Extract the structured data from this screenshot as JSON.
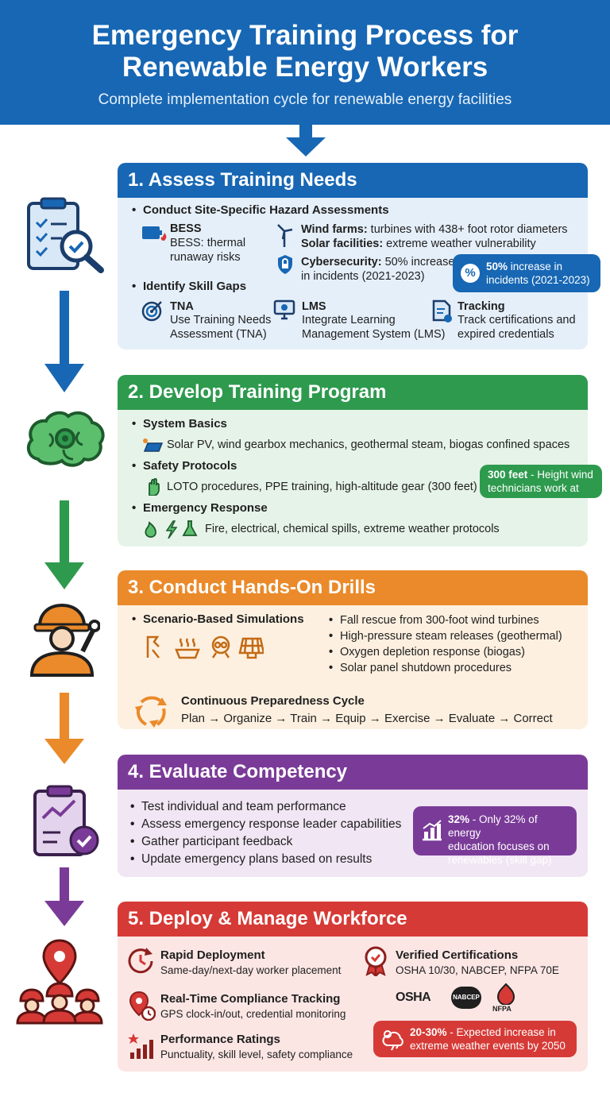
{
  "header": {
    "title_line1": "Emergency Training Process for",
    "title_line2": "Renewable Energy Workers",
    "subtitle": "Complete implementation cycle for renewable energy facilities"
  },
  "colors": {
    "blue": "#1767b4",
    "green": "#2e9a4e",
    "orange": "#ea8a2a",
    "purple": "#7a3b98",
    "red": "#d63a36"
  },
  "step1": {
    "title": "1. Assess Training Needs",
    "hazard_heading": "Conduct Site-Specific Hazard Assessments",
    "bess_label": "BESS",
    "bess_text_l1": "BESS: thermal",
    "bess_text_l2": "runaway risks",
    "wind_label": "Wind farms:",
    "wind_text": " turbines with 438+ foot rotor diameters",
    "solar_label": "Solar facilities:",
    "solar_text": " extreme weather vulnerability",
    "cyber_label": "Cybersecurity:",
    "cyber_text_l1": " 50% increase",
    "cyber_text_l2": "in incidents (2021-2023)",
    "skill_heading": "Identify Skill Gaps",
    "tna_label": "TNA",
    "tna_l1": "Use Training Needs",
    "tna_l2": "Assessment (TNA)",
    "lms_label": "LMS",
    "lms_l1": "Integrate Learning",
    "lms_l2": "Management System (LMS)",
    "track_label": "Tracking",
    "track_l1": "Track certifications and",
    "track_l2": "expired credentials",
    "badge_strong": "50%",
    "badge_l1": " increase in",
    "badge_l2": "incidents (2021-2023)",
    "badge_icon": "%"
  },
  "step2": {
    "title": "2. Develop Training Program",
    "basics_heading": "System Basics",
    "basics_text": "Solar PV, wind gearbox mechanics, geothermal steam, biogas confined spaces",
    "safety_heading": "Safety Protocols",
    "safety_text": "LOTO procedures, PPE training, high-altitude gear (300 feet)",
    "response_heading": "Emergency Response",
    "response_text": "Fire, electrical, chemical spills, extreme weather protocols",
    "badge_strong": "300 feet",
    "badge_l1": " - Height wind",
    "badge_l2": "technicians work at"
  },
  "step3": {
    "title": "3. Conduct Hands-On Drills",
    "sim_heading": "Scenario-Based Simulations",
    "drills": [
      "Fall rescue from 300-foot wind turbines",
      "High-pressure steam releases (geothermal)",
      "Oxygen depletion response (biogas)",
      "Solar panel shutdown procedures"
    ],
    "cycle_heading": "Continuous Preparedness Cycle",
    "cycle_text": "Plan → Organize → Train → Equip → Exercise → Evaluate → Correct"
  },
  "step4": {
    "title": "4. Evaluate Competency",
    "items": [
      "Test individual and team performance",
      "Assess emergency response leader capabilities",
      "Gather participant feedback",
      "Update emergency plans based on results"
    ],
    "badge_strong": "32%",
    "badge_l1": " - Only 32% of energy",
    "badge_l2": "education focuses on",
    "badge_l3": "renewables (skill gap)"
  },
  "step5": {
    "title": "5. Deploy & Manage Workforce",
    "rapid_heading": "Rapid Deployment",
    "rapid_text": "Same-day/next-day worker placement",
    "cert_heading": "Verified Certifications",
    "cert_text": "OSHA 10/30, NABCEP, NFPA 70E",
    "rt_heading": "Real-Time Compliance Tracking",
    "rt_text": "GPS clock-in/out, credential monitoring",
    "perf_heading": "Performance Ratings",
    "perf_text": "Punctuality, skill level, safety compliance",
    "logo_osha": "OSHA",
    "logo_nabcep": "NABCEP",
    "logo_nfpa": "NFPA",
    "badge_strong": "20-30%",
    "badge_l1": " - Expected increase in",
    "badge_l2": "extreme weather events by 2050"
  }
}
